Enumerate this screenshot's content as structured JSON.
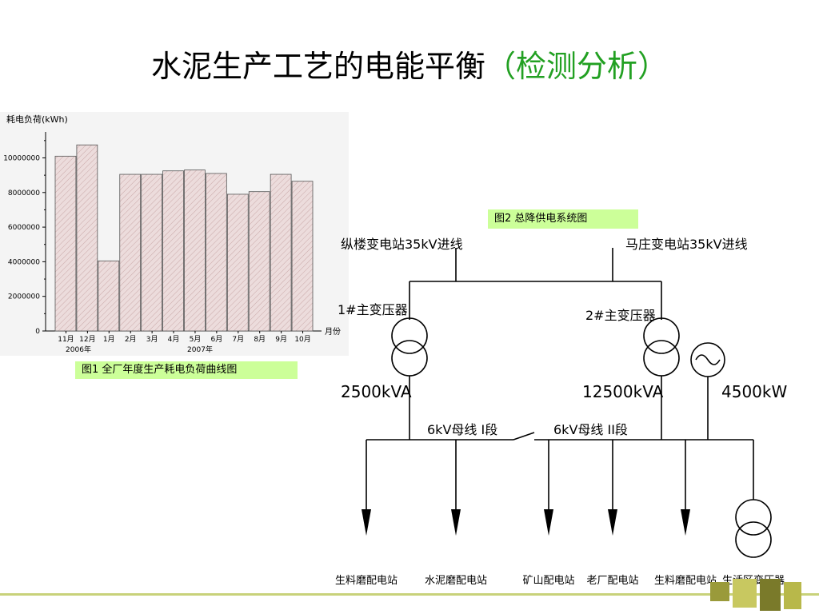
{
  "slide": {
    "title_main": "水泥生产工艺的电能平衡",
    "title_accent": "（检测分析）",
    "accent_color": "#22a022"
  },
  "fig1": {
    "caption": "图1  全厂年度生产耗电负荷曲线图",
    "year_2006": "2006年",
    "year_2007": "2007年"
  },
  "chart_data": {
    "type": "bar",
    "title": "",
    "ylabel": "耗电负荷(kWh)",
    "xlabel": "月份",
    "categories": [
      "11月",
      "12月",
      "1月",
      "2月",
      "3月",
      "4月",
      "5月",
      "6月",
      "7月",
      "8月",
      "9月",
      "10月"
    ],
    "values": [
      10100000,
      10750000,
      4050000,
      9050000,
      9050000,
      9250000,
      9300000,
      9100000,
      7900000,
      8050000,
      9050000,
      8650000
    ],
    "ylim": [
      0,
      11500000
    ],
    "yticks": [
      "0",
      "2000000",
      "4000000",
      "6000000",
      "8000000",
      "10000000"
    ],
    "ytick_values": [
      0,
      2000000,
      4000000,
      6000000,
      8000000,
      10000000
    ],
    "bar_fill": "#e8d8d8",
    "grid": false,
    "legend": "none"
  },
  "fig2": {
    "caption": "图2   总降供电系统图",
    "line1_label": "纵楼变电站35kV进线",
    "line2_label": "马庄变电站35kV进线",
    "transformer1_label": "1#主变压器",
    "transformer2_label": "2#主变压器",
    "transformer1_rating": "2500kVA",
    "transformer2_rating": "12500kVA",
    "generator_rating": "4500kW",
    "bus1_label": "6kV母线 I段",
    "bus2_label": "6kV母线 II段",
    "feeders": [
      "生料磨配电站",
      "水泥磨配电站",
      "矿山配电站",
      "老厂配电站",
      "生料磨配电站",
      "生活区变压器"
    ]
  },
  "theme": {
    "caption_bg": "#ccff99",
    "rule_color": "#c8d27a",
    "square_colors": [
      "#7a7a2a",
      "#9a9a3a",
      "#b8b84a"
    ]
  }
}
